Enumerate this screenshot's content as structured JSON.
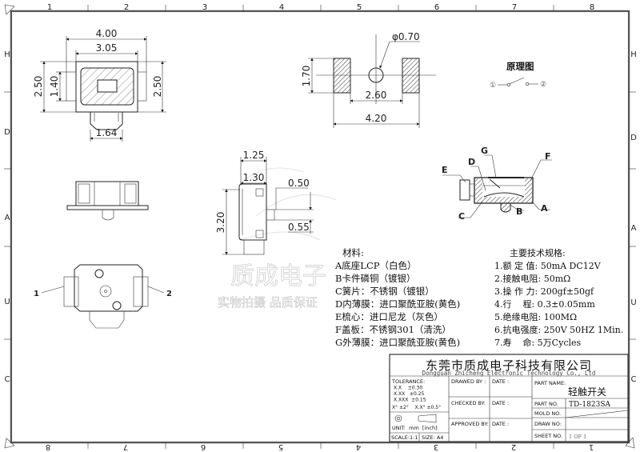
{
  "frame": {
    "top_columns": [
      "1",
      "2",
      "3",
      "4",
      "5",
      "6",
      "7",
      "8"
    ],
    "bottom_columns": [
      "8",
      "7",
      "6",
      "5",
      "4",
      "3",
      "2",
      "1"
    ],
    "left_rows": [
      "H",
      "D",
      "A",
      "U",
      "C"
    ],
    "right_rows": [
      "H",
      "D",
      "A",
      "U",
      "C"
    ]
  },
  "top_view": {
    "width": "4.00",
    "inner_width": "3.05",
    "height_left": "2.50",
    "inner_height": "1.40",
    "height_right": "2.50",
    "stem_width": "1.64"
  },
  "bottom_view": {
    "pin1": "1",
    "pin2": "2"
  },
  "side_view": {
    "width_top": "1.25",
    "width": "1.30",
    "height": "3.20",
    "plunger_a": "0.50",
    "plunger_b": "0.55"
  },
  "land_pattern": {
    "hole": "φ0.70",
    "pad_height": "1.70",
    "inner_span": "2.60",
    "outer_span": "4.20"
  },
  "schematic": {
    "title": "原理图",
    "pin1": "①",
    "pin2": "②"
  },
  "section_labels": {
    "A": "A",
    "B": "B",
    "C": "C",
    "D": "D",
    "E": "E",
    "F": "F",
    "G": "G"
  },
  "watermark": {
    "line1": "质成电子",
    "line2": "实物拍摄 品质保证"
  },
  "materials": {
    "title": "材料:",
    "items": [
      "A底座LCP（白色）",
      "B卡件磷铜（镀银）",
      "C簧片：不锈钢（镀银）",
      "D内薄膜：进口聚酰亚胺(黄色)",
      "E梳心：进口尼龙（灰色）",
      "F盖板：不锈钢301（清洗）",
      "G外薄膜：进口聚酰亚胺(黄色)"
    ]
  },
  "specs": {
    "title": "主要技术规格:",
    "items": [
      "1.额 定 值: 50mA DC12V",
      "2.接触电阻: 50mΩ",
      "3.操 作 力: 200gf±50gf",
      "4.行    程: 0.3±0.05mm",
      "5.绝缘电阻: 100MΩ",
      "6.抗电强度: 250V 50HZ 1Min.",
      "7.寿    命: 5万Cycles"
    ]
  },
  "title_block": {
    "company_cn": "东莞市质成电子科技有限公司",
    "company_en": "Dongguan Zhicheng Electronic Technology Co., Ltd",
    "tolerance_label": "TOLERANCE:",
    "tolerances": [
      "X.X    ±0.30",
      "X.XX   ±0.25",
      "X.XXX  ±0.15"
    ],
    "angle_tolerances": "X° ±2°    X.X° ±0.5°",
    "unit": "UNIT:  mm  [inch]",
    "scale": "SCALE:1:1",
    "size": "SIZE: A4",
    "drawed_by": "DRAWED BY :",
    "checked_by": "CHECKED BY:",
    "approved_by": "APPROVED BY:",
    "date": "DATE :",
    "part_name_label": "PART NAME:",
    "part_name": "轻触开关",
    "part_no_label": "PART NO.",
    "part_no": "TD-1823SA",
    "mold_no_label": "MOLD NO.",
    "draw_no_label": "DRAW NO:",
    "sheet_no_label": "SHEET NO.",
    "sheet_no": "1 OF 1"
  }
}
